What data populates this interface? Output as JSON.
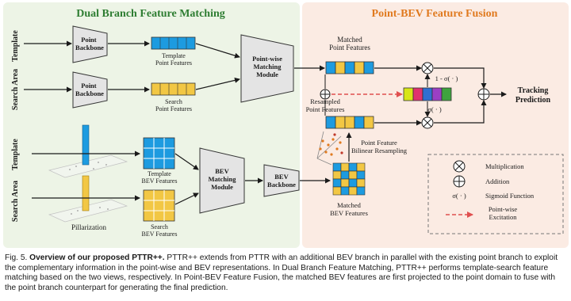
{
  "panels": {
    "left_title": "Dual Branch Feature Matching",
    "right_title": "Point-BEV Feature Fusion"
  },
  "rows": {
    "template": "Template",
    "search_area": "Search Area"
  },
  "blocks": {
    "point_backbone": "Point Backbone",
    "pointwise_matching": "Point-wise Matching Module",
    "bev_matching": "BEV Matching Module",
    "bev_backbone": "BEV Backbone",
    "pillarization": "Pillarization"
  },
  "features": {
    "template_point": "Template Point Features",
    "search_point": "Search Point Features",
    "template_bev": "Template BEV Features",
    "search_bev": "Search BEV Features",
    "matched_point": "Matched Point Features",
    "resampled_point": "Resampled Point Features",
    "matched_bev": "Matched BEV Features",
    "bilinear": "Point Feature Bilinear Resampling"
  },
  "fusion": {
    "one_minus_sigma": "1 - σ( · )",
    "sigma": "σ( · )",
    "output": "Tracking Prediction"
  },
  "legend": {
    "multiplication": "Multiplication",
    "addition": "Addition",
    "sigmoid_symbol": "σ( · )",
    "sigmoid": "Sigmoid Function",
    "excitation": "Point-wise Excitation"
  },
  "colors": {
    "left_panel_bg": "#edf4e6",
    "right_panel_bg": "#fbebe3",
    "left_title": "#2e7d32",
    "right_title": "#e07a1f",
    "template_blue": "#1d9be0",
    "search_yellow": "#f2c744",
    "excitation_red": "#e05050"
  },
  "caption": {
    "fig_label": "Fig. 5.",
    "bold": "Overview of our proposed PTTR++.",
    "text": " PTTR++ extends from PTTR with an additional BEV branch in parallel with the existing point branch to exploit the complementary information in the point-wise and BEV representations. In Dual Branch Feature Matching, PTTR++ performs template-search feature matching based on the two views, respectively. In Point-BEV Feature Fusion, the matched BEV features are first projected to the point domain to fuse with the point branch counterpart for generating the final prediction."
  }
}
